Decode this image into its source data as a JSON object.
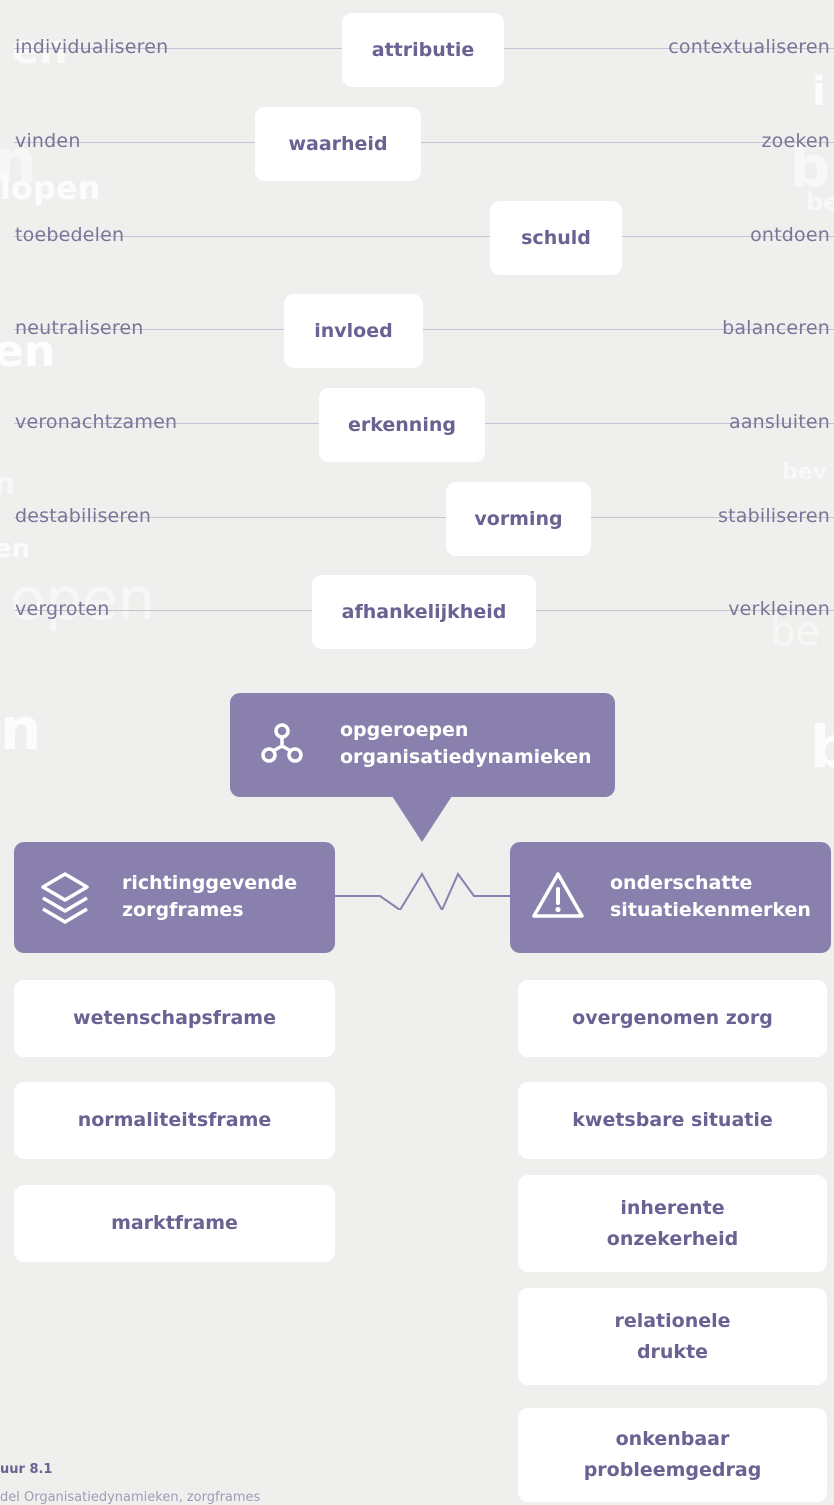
{
  "axes": [
    {
      "left": "individualiseren",
      "center": "attributie",
      "right": "contextualiseren"
    },
    {
      "left": "vinden",
      "center": "waarheid",
      "right": "zoeken"
    },
    {
      "left": "toebedelen",
      "center": "schuld",
      "right": "ontdoen"
    },
    {
      "left": "neutraliseren",
      "center": "invloed",
      "right": "balanceren"
    },
    {
      "left": "veronachtzamen",
      "center": "erkenning",
      "right": "aansluiten"
    },
    {
      "left": "destabiliseren",
      "center": "vorming",
      "right": "stabiliseren"
    },
    {
      "left": "vergroten",
      "center": "afhankelijkheid",
      "right": "verkleinen"
    }
  ],
  "dynamics": {
    "line1": "opgeroepen",
    "line2": "organisatiedynamieken",
    "icon": "network-icon"
  },
  "care_frames": {
    "line1": "richtinggevende",
    "line2": "zorgframes",
    "icon": "layers-icon",
    "items": [
      "wetenschapsframe",
      "normaliteitsframe",
      "marktframe"
    ]
  },
  "situation": {
    "line1": "onderschatte",
    "line2": "situatiekenmerken",
    "icon": "warning-icon",
    "items": [
      "overgenomen zorg",
      "kwetsbare situatie",
      "inherente onzekerheid",
      "relationele drukte",
      "onkenbaar probleemgedrag"
    ]
  },
  "caption": {
    "label": "uur 8.1",
    "text": "del Organisatiedynamieken, zorgframes"
  },
  "colors": {
    "accent": "#8a80ad",
    "background": "#efefee",
    "text": "#6b6192"
  }
}
